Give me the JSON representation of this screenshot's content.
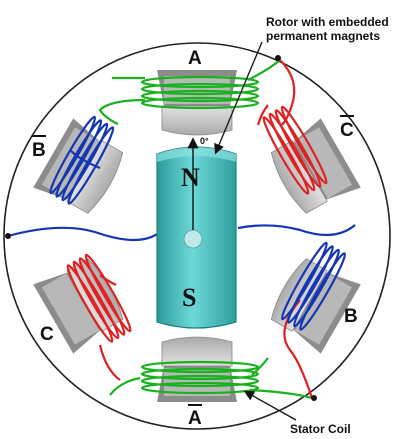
{
  "annotations": {
    "rotor_line1": "Rotor with embedded",
    "rotor_line2": "permanent magnets",
    "stator_coil": "Stator Coil",
    "zero_degree": "0°"
  },
  "poles": {
    "a": "A",
    "a_bar": "A",
    "b": "B",
    "b_bar": "B",
    "c": "C",
    "c_bar": "C"
  },
  "rotor": {
    "north": "N",
    "south": "S"
  },
  "colors": {
    "phase_a": "#19b21e",
    "phase_b": "#1436b4",
    "phase_c": "#e02121",
    "rotor": "#48c6c6",
    "stator": "#c9c9c9"
  }
}
